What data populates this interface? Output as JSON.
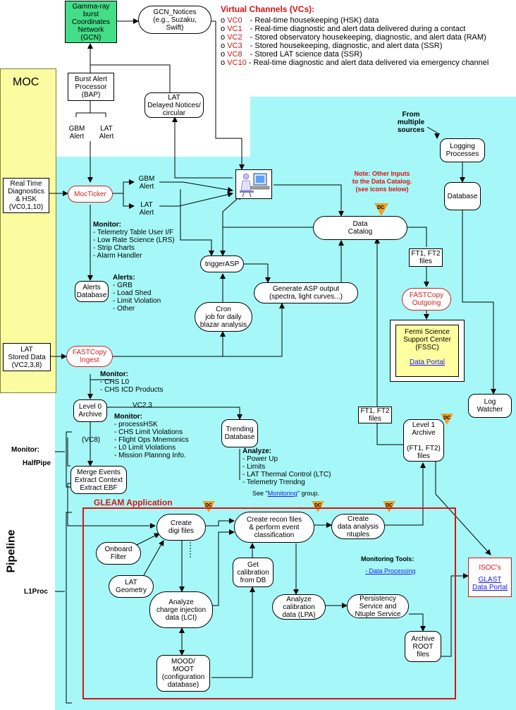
{
  "virtual_channels": {
    "title": "Virtual Channels (VCs):",
    "items": [
      {
        "code": "VC0",
        "desc": "- Real-time housekeeping (HSK) data"
      },
      {
        "code": "VC1",
        "desc": "- Real-time diagnostic and alert data delivered during a contact"
      },
      {
        "code": "VC2",
        "desc": "- Stored observatory housekeeping, diagnostic, and alert data (RAM)"
      },
      {
        "code": "VC3",
        "desc": "- Stored housekeeping, diagnostic, and alert data (SSR)"
      },
      {
        "code": "VC8",
        "desc": "- Stored LAT science data (SSR)"
      },
      {
        "code": "VC10",
        "desc": "- Real-time diagnostic and alert data delivered via emergency channel"
      }
    ]
  },
  "bullet": "o",
  "moc": {
    "title": "MOC"
  },
  "nodes": {
    "gcn": [
      "Gamma-ray",
      "burst",
      "Coordinates",
      "Network",
      "(GCN)"
    ],
    "gcn_notices": [
      "GCN_Notices",
      "(e.g., Suzaku,",
      "Swift)"
    ],
    "bap": [
      "Burst Alert",
      "Processor",
      "(BAP)"
    ],
    "lat_delayed": [
      "LAT",
      "Delayed Notices/",
      "circular"
    ],
    "gbm_alert_left": [
      "GBM",
      "Alert"
    ],
    "lat_alert_left": [
      "LAT",
      "Alert"
    ],
    "rt_diag": [
      "Real Time",
      "Diagnostics",
      "& HSK",
      "(VC0,1,10)"
    ],
    "mocticker": [
      "MocTicker"
    ],
    "gbm_alert_right": [
      "GBM",
      "Alert"
    ],
    "lat_alert_right": [
      "LAT",
      "Alert"
    ],
    "alerts_db": [
      "Alerts",
      "Database"
    ],
    "trigger_asp": [
      "triggerASP"
    ],
    "cron": [
      "Cron",
      "job for daily",
      "blazar analysis"
    ],
    "generate_asp": [
      "Generate ASP output",
      "(spectra, light curves...)"
    ],
    "data_catalog": [
      "Data",
      "Catalog"
    ],
    "logging": [
      "Logging",
      "Processes"
    ],
    "database": [
      "Database"
    ],
    "from_multiple": [
      "From",
      "multiple",
      "sources"
    ],
    "note": [
      "Note: Other Inputs",
      "to the Data Catalog.",
      "(see icons below)"
    ],
    "ft_files_top": [
      "FT1, FT2",
      "files"
    ],
    "fastcopy_out": [
      "FASTCopy",
      "Outgoing"
    ],
    "fssc": [
      "Fermi Science",
      "Support Center",
      "(FSSC)"
    ],
    "fssc_link": "Data Portal",
    "lat_stored": [
      "LAT",
      "Stored Data",
      "(VC2,3,8)"
    ],
    "fastcopy_in": [
      "FASTCopy",
      "Ingest"
    ],
    "level0": [
      "Level 0",
      "Archive"
    ],
    "vc23": "VC2,3",
    "vc8": "(VC8)",
    "trending_db": [
      "Trending",
      "Database"
    ],
    "merge_events": [
      "Merge Events",
      "Extract Context",
      "Extract EBF"
    ],
    "ft_files_mid": [
      "FT1, FT2",
      "files"
    ],
    "level1": [
      "Level 1",
      "Archive",
      "",
      "(FT1, FT2)",
      "files"
    ],
    "log_watcher": [
      "Log",
      "Watcher"
    ],
    "create_digi": [
      "Create",
      "digi files"
    ],
    "onboard_filter": [
      "Onboard",
      "Filter"
    ],
    "lat_geometry": [
      "LAT",
      "Geometry"
    ],
    "create_recon": [
      "Create recon files",
      "& perform event",
      "classification"
    ],
    "get_calibration": [
      "Get",
      "calibration",
      "from DB"
    ],
    "create_ntuples": [
      "Create",
      "data analysis",
      "ntuples"
    ],
    "analyze_lci": [
      "Analyze",
      "charge injection",
      "data (LCI)"
    ],
    "analyze_lpa": [
      "Analyze",
      "calibration",
      "data (LPA)"
    ],
    "persistency": [
      "Persistency",
      "Service and",
      "Ntuple Service"
    ],
    "archive_root": [
      "Archive",
      "ROOT",
      "files"
    ],
    "mood": [
      "MOOD/",
      "MOOT",
      "(configuration",
      "database)"
    ],
    "isoc": [
      "ISOC's"
    ],
    "isoc_link": [
      "GLAST",
      "Data Portal"
    ]
  },
  "monitor_rt": {
    "title": "Monitor:",
    "items": [
      "- Telemetry Table User I/F",
      "- Low Rate Science (LRS)",
      "- Strip Charts",
      "- Alarm Handler"
    ]
  },
  "alerts_list": {
    "title": "Alerts:",
    "items": [
      "- GRB",
      "- Load Shed",
      "- Limit Violation",
      "- Other"
    ]
  },
  "monitor_ingest": {
    "title": "Monitor:",
    "items": [
      "- CHS L0",
      "- CHS ICD Products"
    ]
  },
  "monitor_l0": {
    "title": "Monitor:",
    "items": [
      "- processHSK",
      "- CHS Limit Violations",
      "- Flight Ops Mnemonics",
      "- L0 Limit Violations",
      "- Mission Plannng Info."
    ]
  },
  "analyze_list": {
    "title": "Analyze:",
    "items": [
      "- Power Up",
      "- Limits",
      "- LAT Thermal Control (LTC)",
      "- Telemetry Trendng"
    ]
  },
  "see_monitoring": {
    "pre": "See \"",
    "link": "Monitoring",
    "post": "\" group."
  },
  "gleam": {
    "title": "GLEAM Application"
  },
  "monitoring_tools": {
    "title": "Monitoring Tools:",
    "link": "- Data Processing"
  },
  "side_labels": {
    "monitor": "Monitor:",
    "halfpipe": "HalfPipe",
    "pipeline": "Pipeline",
    "l1proc": "L1Proc"
  },
  "dc_label": "DC",
  "colors": {
    "cyan": "#a6f8f8",
    "yellow": "#fbfba0",
    "red": "#dd1111",
    "green": "#44dd88",
    "orange": "#f0a020",
    "link": "#1a1aee"
  }
}
